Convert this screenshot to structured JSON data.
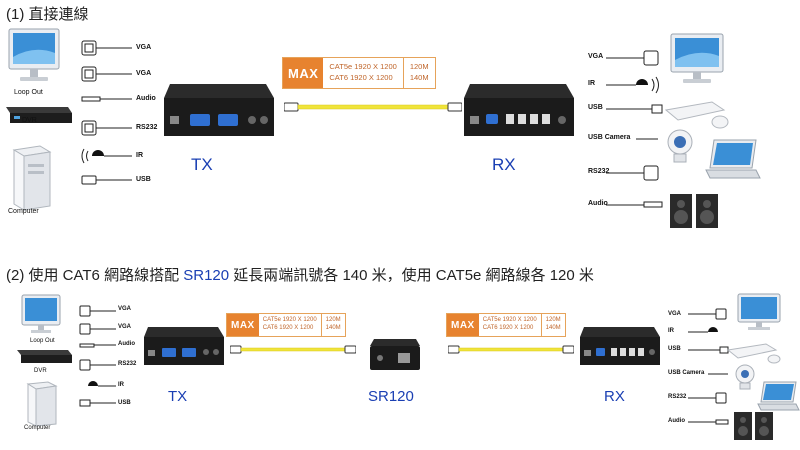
{
  "section1": {
    "title": "(1) 直接連線"
  },
  "section2": {
    "title_pre": "(2)  使用 CAT6 網路線搭配 ",
    "title_hl": "SR120",
    "title_post": " 延長兩端訊號各 140 米，使用 CAT5e 網路線各 120 米"
  },
  "max": {
    "tag": "MAX",
    "spec1": "CAT5e 1920 X 1200",
    "spec2": "CAT6 1920 X 1200",
    "dist1": "120M",
    "dist2": "140M"
  },
  "units": {
    "tx": "TX",
    "rx": "RX",
    "sr": "SR120"
  },
  "devices": {
    "loop_out": "Loop Out",
    "dvr": "DVR",
    "computer": "Computer"
  },
  "left_ports": [
    "VGA",
    "VGA",
    "Audio",
    "RS232",
    "IR",
    "USB"
  ],
  "right_ports": [
    "VGA",
    "IR",
    "USB",
    "USB Camera",
    "RS232",
    "Audio"
  ],
  "colors": {
    "accent": "#e7832f",
    "cable": "#f0e43a",
    "label_blue": "#1a3fb3"
  }
}
